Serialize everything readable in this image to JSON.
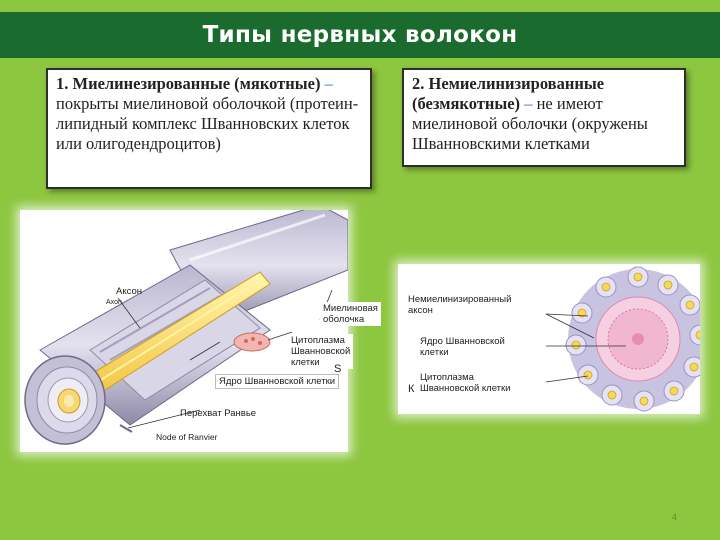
{
  "title": "Типы нервных волокон",
  "box1": {
    "heading": "1. Миелинезированные (мякотные)",
    "dash": " – ",
    "text": "покрыты миелиновой оболочкой (протеин-липидный комплекс Шванновских клеток или олигодендроцитов)"
  },
  "box2": {
    "heading": "2. Немиелинизированные (безмякотные)",
    "dash": " – ",
    "text": "не имеют миелиновой оболочки (окружены Шванновскими клетками"
  },
  "left_diagram": {
    "axon": "Аксон",
    "axon_en": "Axon",
    "myelin_line1": "Миелиновая",
    "myelin_line2": "оболочка",
    "cytoplasm_line1": "Цитоплазма",
    "cytoplasm_line2": "Шванновской клетки",
    "nucleus": "Ядро Шванновской клетки",
    "node": "Перехват Ранвье",
    "node_en": "Node of Ranvier",
    "s_letter": "S"
  },
  "right_diagram": {
    "axon_line1": "Немиелинизированный",
    "axon_line2": "аксон",
    "nucleus_line1": "Ядро Шванновской",
    "nucleus_line2": "клетки",
    "cytoplasm_line1": "Цитоплазма",
    "cytoplasm_line2": "Шванновской клетки",
    "k_letter": "К"
  },
  "colors": {
    "background": "#8dc63f",
    "title_bar": "#1b6b2f",
    "dash": "#2f6cc1"
  },
  "page_number": "4"
}
